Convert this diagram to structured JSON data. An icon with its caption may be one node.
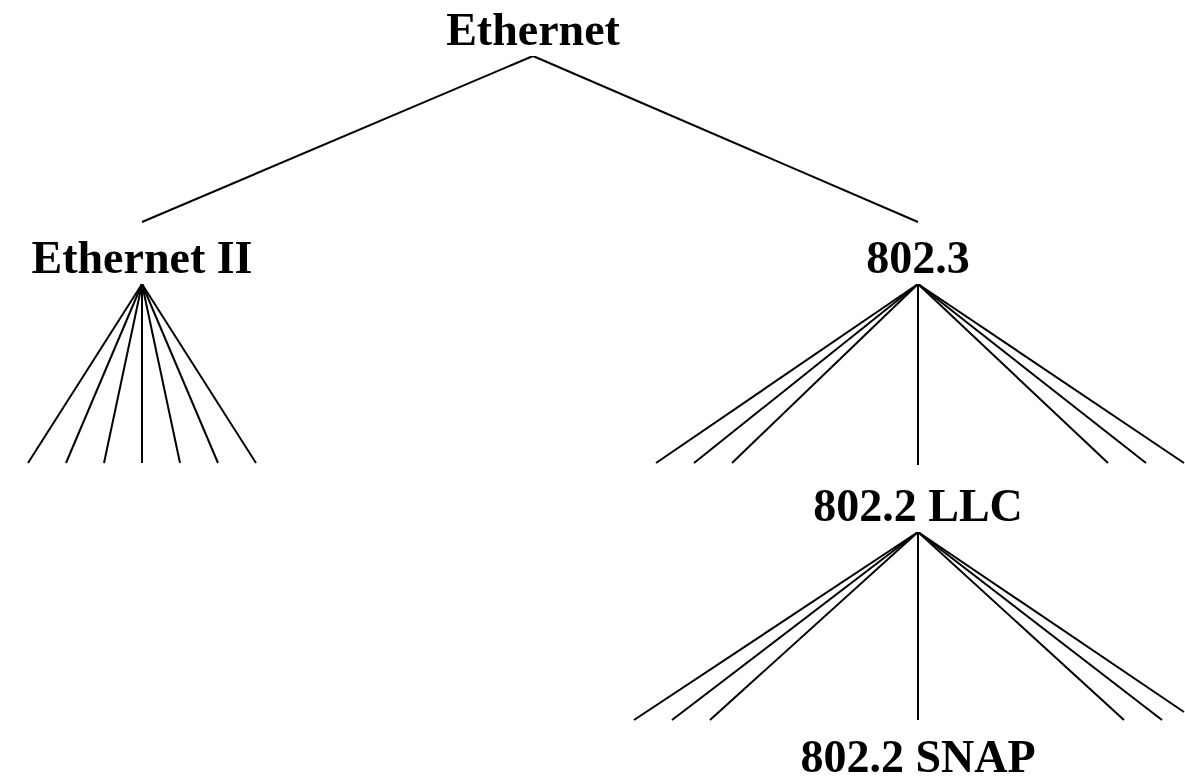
{
  "diagram": {
    "nodes": [
      {
        "text": [
          "Ethernet"
        ]
      },
      {
        "text": [
          "Ethernet II"
        ]
      },
      {
        "text": [
          "802.3"
        ]
      },
      {
        "text": [
          "802.2 LLC"
        ]
      },
      {
        "text": [
          "802.2 SNAP"
        ]
      }
    ],
    "edges": [
      {
        "from": 0,
        "to": 1,
        "arrow": "none"
      },
      {
        "from": 0,
        "to": 2,
        "arrow": "none"
      },
      {
        "from": 1,
        "to": null,
        "arrow": "none"
      },
      {
        "from": 1,
        "to": null,
        "arrow": "none"
      },
      {
        "from": 1,
        "to": null,
        "arrow": "none"
      },
      {
        "from": 1,
        "to": null,
        "arrow": "none"
      },
      {
        "from": 1,
        "to": null,
        "arrow": "none"
      },
      {
        "from": 1,
        "to": null,
        "arrow": "none"
      },
      {
        "from": 1,
        "to": null,
        "arrow": "none"
      },
      {
        "from": 2,
        "to": null,
        "arrow": "none"
      },
      {
        "from": 2,
        "to": null,
        "arrow": "none"
      },
      {
        "from": 2,
        "to": null,
        "arrow": "none"
      },
      {
        "from": 2,
        "to": 3,
        "arrow": "none"
      },
      {
        "from": 2,
        "to": null,
        "arrow": "none"
      },
      {
        "from": 2,
        "to": null,
        "arrow": "none"
      },
      {
        "from": 2,
        "to": null,
        "arrow": "none"
      },
      {
        "from": 3,
        "to": null,
        "arrow": "none"
      },
      {
        "from": 3,
        "to": null,
        "arrow": "none"
      },
      {
        "from": 3,
        "to": null,
        "arrow": "none"
      },
      {
        "from": 3,
        "to": 4,
        "arrow": "none"
      },
      {
        "from": 3,
        "to": null,
        "arrow": "none"
      },
      {
        "from": 3,
        "to": null,
        "arrow": "none"
      },
      {
        "from": 3,
        "to": null,
        "arrow": "none"
      }
    ]
  }
}
